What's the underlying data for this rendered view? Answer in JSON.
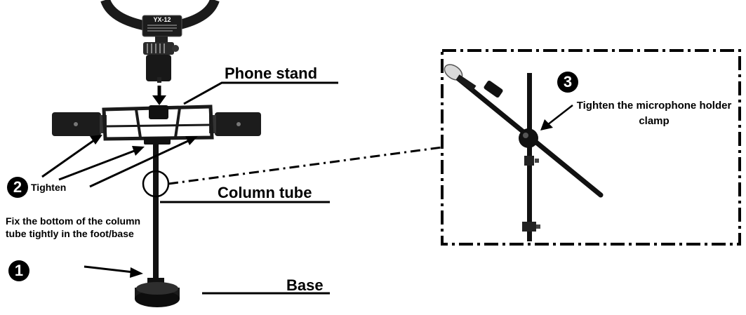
{
  "labels": {
    "phone_stand": "Phone stand",
    "column_tube": "Column tube",
    "base": "Base",
    "tighten": "Tighten",
    "fix_bottom": "Fix the bottom of the column tube tightly in the foot/base",
    "tighten_mic": "Tighten the microphone holder clamp",
    "ring_model": "YX-12"
  },
  "steps": {
    "one": "1",
    "two": "2",
    "three": "3"
  },
  "colors": {
    "ink": "#000000",
    "metal": "#1a1a1a",
    "body": "#2b2b2b",
    "highlight": "#9a9a9a"
  }
}
